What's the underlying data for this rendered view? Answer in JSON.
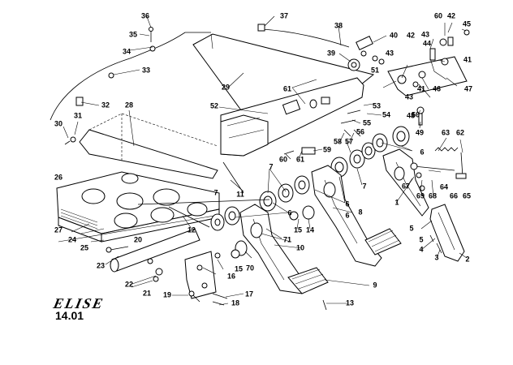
{
  "brand_logo": "ELISE",
  "page_reference": "14.01",
  "callouts": [
    {
      "n": "1"
    },
    {
      "n": "2"
    },
    {
      "n": "3"
    },
    {
      "n": "4"
    },
    {
      "n": "5"
    },
    {
      "n": "5"
    },
    {
      "n": "6"
    },
    {
      "n": "6"
    },
    {
      "n": "6"
    },
    {
      "n": "6"
    },
    {
      "n": "7"
    },
    {
      "n": "7"
    },
    {
      "n": "7"
    },
    {
      "n": "8"
    },
    {
      "n": "9"
    },
    {
      "n": "10"
    },
    {
      "n": "11"
    },
    {
      "n": "12"
    },
    {
      "n": "13"
    },
    {
      "n": "14"
    },
    {
      "n": "15"
    },
    {
      "n": "15"
    },
    {
      "n": "16"
    },
    {
      "n": "17"
    },
    {
      "n": "18"
    },
    {
      "n": "19"
    },
    {
      "n": "20"
    },
    {
      "n": "21"
    },
    {
      "n": "22"
    },
    {
      "n": "23"
    },
    {
      "n": "24"
    },
    {
      "n": "25"
    },
    {
      "n": "26"
    },
    {
      "n": "27"
    },
    {
      "n": "28"
    },
    {
      "n": "29"
    },
    {
      "n": "30"
    },
    {
      "n": "31"
    },
    {
      "n": "32"
    },
    {
      "n": "33"
    },
    {
      "n": "34"
    },
    {
      "n": "35"
    },
    {
      "n": "36"
    },
    {
      "n": "37"
    },
    {
      "n": "38"
    },
    {
      "n": "39"
    },
    {
      "n": "40"
    },
    {
      "n": "41"
    },
    {
      "n": "41"
    },
    {
      "n": "42"
    },
    {
      "n": "42"
    },
    {
      "n": "43"
    },
    {
      "n": "43"
    },
    {
      "n": "43"
    },
    {
      "n": "44"
    },
    {
      "n": "45"
    },
    {
      "n": "46"
    },
    {
      "n": "47"
    },
    {
      "n": "48"
    },
    {
      "n": "49"
    },
    {
      "n": "50"
    },
    {
      "n": "51"
    },
    {
      "n": "52"
    },
    {
      "n": "53"
    },
    {
      "n": "54"
    },
    {
      "n": "55"
    },
    {
      "n": "56"
    },
    {
      "n": "57"
    },
    {
      "n": "58"
    },
    {
      "n": "59"
    },
    {
      "n": "60"
    },
    {
      "n": "60"
    },
    {
      "n": "61"
    },
    {
      "n": "61"
    },
    {
      "n": "62"
    },
    {
      "n": "63"
    },
    {
      "n": "64"
    },
    {
      "n": "65"
    },
    {
      "n": "66"
    },
    {
      "n": "67"
    },
    {
      "n": "68"
    },
    {
      "n": "69"
    },
    {
      "n": "70"
    },
    {
      "n": "71"
    }
  ]
}
